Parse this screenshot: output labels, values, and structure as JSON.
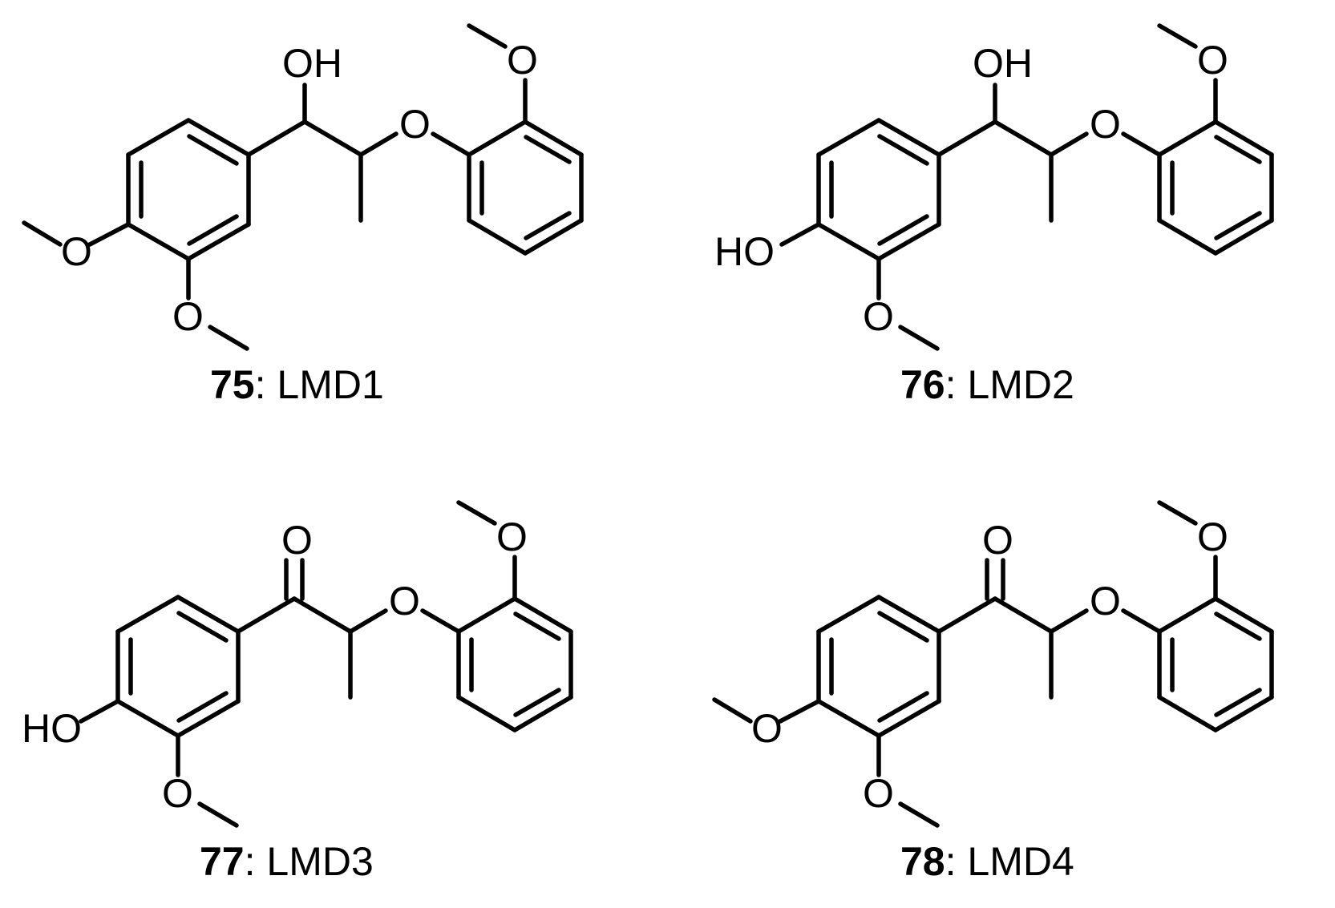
{
  "compounds": [
    {
      "number": "75",
      "name": ": LMD1",
      "labels": {
        "top": "OH",
        "ring_o": "O",
        "ome_top_o": "O",
        "left_o": "O",
        "bottom_o": "O"
      }
    },
    {
      "number": "76",
      "name": ": LMD2",
      "labels": {
        "top": "OH",
        "ring_o": "O",
        "ome_top_o": "O",
        "left_o": "HO",
        "bottom_o": "O"
      }
    },
    {
      "number": "77",
      "name": ": LMD3",
      "labels": {
        "top": "O",
        "ring_o": "O",
        "ome_top_o": "O",
        "left_o": "HO",
        "bottom_o": "O"
      }
    },
    {
      "number": "78",
      "name": ": LMD4",
      "labels": {
        "top": "O",
        "ring_o": "O",
        "ome_top_o": "O",
        "left_o": "O",
        "bottom_o": "O"
      }
    }
  ]
}
